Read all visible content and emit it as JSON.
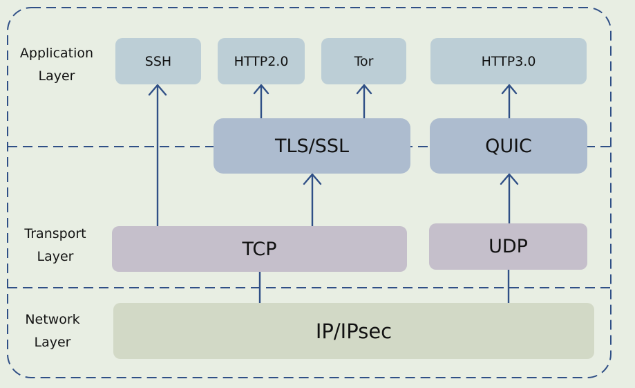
{
  "layers": {
    "application": [
      "Application",
      "Layer"
    ],
    "transport": [
      "Transport",
      "Layer"
    ],
    "network": [
      "Network",
      "Layer"
    ]
  },
  "protocols": {
    "ssh": "SSH",
    "http2": "HTTP2.0",
    "tor": "Tor",
    "http3": "HTTP3.0",
    "tls": "TLS/SSL",
    "quic": "QUIC",
    "tcp": "TCP",
    "udp": "UDP",
    "ip": "IP/IPsec"
  },
  "colors": {
    "border": "#2f4f86",
    "arrow": "#2f4f86",
    "background": "#e8eee3"
  }
}
